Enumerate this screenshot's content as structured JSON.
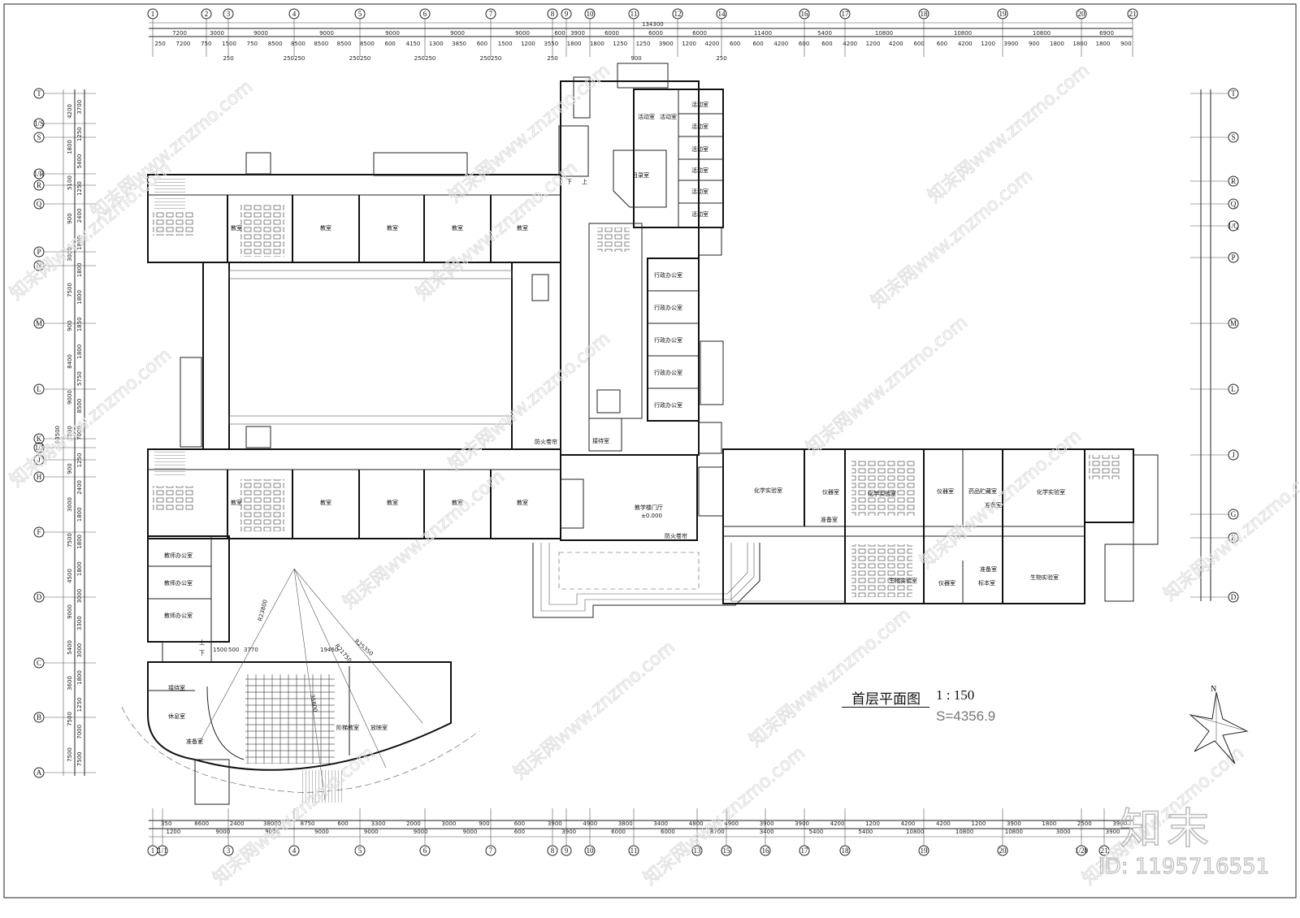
{
  "drawing": {
    "title": "首层平面图",
    "scale": "1 : 150",
    "area": "S=4356.9",
    "north_label": "N",
    "total_dimension": "134300"
  },
  "axes": {
    "top": [
      "1",
      "2",
      "3",
      "4",
      "5",
      "6",
      "7",
      "8",
      "9",
      "10",
      "11",
      "12",
      "14",
      "16",
      "17",
      "18",
      "19",
      "20",
      "21"
    ],
    "left": [
      "T",
      "1/S",
      "S",
      "1/R",
      "R",
      "Q",
      "P",
      "N",
      "M",
      "L",
      "K",
      "1/J",
      "J",
      "H",
      "F",
      "D",
      "C",
      "B",
      "A"
    ],
    "right": [
      "T",
      "S",
      "R",
      "Q",
      "1/Q",
      "P",
      "M",
      "L",
      "J",
      "G",
      "E",
      "D"
    ],
    "bottom": [
      "1",
      "1/1",
      "3",
      "4",
      "5",
      "6",
      "7",
      "8",
      "9",
      "10",
      "11",
      "13",
      "15",
      "16",
      "17",
      "18",
      "19",
      "20",
      "1/20",
      "21"
    ]
  },
  "dimensions": {
    "top_row1": [
      "7200",
      "3000",
      "9000",
      "9000",
      "9000",
      "9000",
      "9000",
      "600",
      "3900",
      "6000",
      "6000",
      "6000",
      "11400",
      "5400",
      "10800",
      "10800",
      "10800",
      "6900"
    ],
    "top_row2": [
      "250",
      "7200",
      "750",
      "1500",
      "750",
      "8500",
      "8500",
      "8500",
      "8500",
      "8500",
      "600",
      "4150",
      "1300",
      "3850",
      "600",
      "1500",
      "1200",
      "3550",
      "1800",
      "1800",
      "1250",
      "1250",
      "3900",
      "1200",
      "4200",
      "600",
      "600",
      "4200",
      "600",
      "600",
      "4200",
      "1200",
      "4200",
      "600",
      "600",
      "4200",
      "1200",
      "3900",
      "900",
      "1800",
      "1800",
      "1800",
      "900"
    ],
    "top_row3": [
      "250",
      "250250",
      "250250",
      "250250",
      "250250",
      "250",
      "900",
      "250"
    ],
    "left_col1": [
      "4200",
      "1800",
      "5100",
      "900",
      "3000",
      "7500",
      "900",
      "8400",
      "9000",
      "7500",
      "900",
      "3000",
      "7500",
      "4500",
      "9000",
      "5400",
      "3600",
      "7500",
      "7500"
    ],
    "left_col2": [
      "3700",
      "1250",
      "5400",
      "1250",
      "2400",
      "1800",
      "1800",
      "1800",
      "1850",
      "1800",
      "5750",
      "8500",
      "7000",
      "1250",
      "2400",
      "1800",
      "1800",
      "1800",
      "3000",
      "3300",
      "3000",
      "1800",
      "1250",
      "7000",
      "7500"
    ],
    "left_total": "93500",
    "bottom_row1": [
      "1200",
      "9000",
      "9000",
      "9000",
      "9000",
      "9000",
      "9000",
      "600",
      "3900",
      "6000",
      "6000",
      "8700",
      "3400",
      "5400",
      "5400",
      "10800",
      "10800",
      "10800",
      "3000",
      "3900"
    ],
    "bottom_row2": [
      "350",
      "8600",
      "2400",
      "38000",
      "8750",
      "600",
      "3300",
      "2000",
      "3000",
      "900",
      "600",
      "3900",
      "4900",
      "3800",
      "3400",
      "4800",
      "4900",
      "3900",
      "3900",
      "4200",
      "1200",
      "4200",
      "4200",
      "1200",
      "3900",
      "1800",
      "2500",
      "3900"
    ],
    "lecture": [
      "1500",
      "500",
      "3770",
      "19460",
      "R23800",
      "R21750",
      "R25350",
      "35800"
    ]
  },
  "rooms": {
    "classroom": "教室",
    "activity": "活动室",
    "reading": "目录室",
    "admin_office": "行政办公室",
    "reception": "接待室",
    "lobby": "教学楼门厅",
    "lobby_level": "±0.000",
    "fire_shutter": "防火卷帘",
    "chem_lab": "化学实验室",
    "instrument": "仪器室",
    "prep": "准备室",
    "reagent": "药品贮藏室",
    "bio_lab": "生物实验室",
    "specimen": "标本室",
    "teacher_office": "教师办公室",
    "lounge": "休息室",
    "lecture_hall": "阶梯教室",
    "projection": "放映室",
    "up": "上",
    "down": "下"
  },
  "watermark": {
    "text": "知末网www.znzmo.com",
    "logo": "知末",
    "id": "ID: 1195716551"
  },
  "colors": {
    "line": "#111111",
    "watermark": "#dddddd"
  }
}
